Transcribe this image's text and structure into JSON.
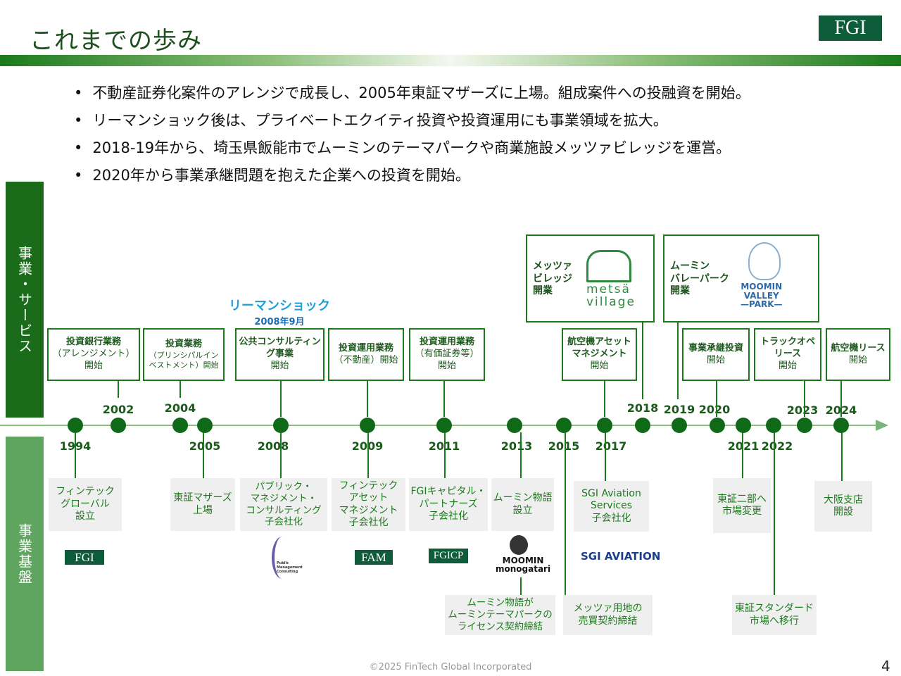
{
  "title": "これまでの歩み",
  "logo": "FGI",
  "bullets": [
    "不動産証券化案件のアレンジで成長し、2005年東証マザーズに上場。組成案件への投融資を開始。",
    "リーマンショック後は、プライベートエクイティ投資や投資運用にも事業領域を拡大。",
    "2018-19年から、埼玉県飯能市でムーミンのテーマパークや商業施設メッツァビレッジを運営。",
    "2020年から事業承継問題を抱えた企業への投資を開始。"
  ],
  "side": {
    "services": "事業・サービス",
    "foundation": "事業基盤"
  },
  "lehman": {
    "label": "リーマンショック",
    "date": "2008年9月"
  },
  "years": [
    "1994",
    "2002",
    "2004",
    "2005",
    "2008",
    "2009",
    "2011",
    "2013",
    "2015",
    "2017",
    "2018",
    "2019",
    "2020",
    "2021",
    "2022",
    "2023",
    "2024"
  ],
  "services": [
    {
      "title": "投資銀行業務",
      "sub": "（アレンジメント）\n開始"
    },
    {
      "title": "投資業務",
      "sub": "（プリンシパルインベストメント）開始"
    },
    {
      "title": "公共コンサルティング事業",
      "sub": "開始"
    },
    {
      "title": "投資運用業務",
      "sub": "（不動産）開始"
    },
    {
      "title": "投資運用業務",
      "sub": "（有価証券等）\n開始"
    },
    {
      "title": "航空機アセットマネジメント",
      "sub": "開始"
    },
    {
      "title": "事業承継投資",
      "sub": "開始"
    },
    {
      "title": "トラックオペリース",
      "sub": "開始"
    },
    {
      "title": "航空機リース",
      "sub": "開始"
    }
  ],
  "openings": [
    {
      "label": "メッツァ\nビレッジ\n開業",
      "logo": "metsä\nvillage"
    },
    {
      "label": "ムーミン\nバレーパーク\n開業",
      "logo": "MOOMIN\nVALLEY\n—PARK—"
    }
  ],
  "foundation": [
    "フィンテック\nグローバル\n設立",
    "東証マザーズ\n上場",
    "パブリック・\nマネジメント・\nコンサルティング\n子会社化",
    "フィンテック\nアセット\nマネジメント\n子会社化",
    "FGIキャピタル・\nパートナーズ\n子会社化",
    "ムーミン物語\n設立",
    "ムーミン物語が\nムーミンテーマパークの\nライセンス契約締結",
    "メッツァ用地の\n売買契約締結",
    "SGI Aviation\nServices\n子会社化",
    "東証二部へ\n市場変更",
    "東証スタンダード\n市場へ移行",
    "大阪支店\n開設"
  ],
  "logos": {
    "fgi": "FGI",
    "fam": "FAM",
    "fgicp": "FGICP",
    "pmc": "Public\nManagement\nConsulting",
    "moomin": "MOOMIN\nmonogatari",
    "sgi": "SGI AVIATION"
  },
  "footer": "©2025 FinTech Global Incorporated",
  "page": "4",
  "colors": {
    "primary": "#1a6b1a",
    "accent": "#1e9fd8"
  }
}
